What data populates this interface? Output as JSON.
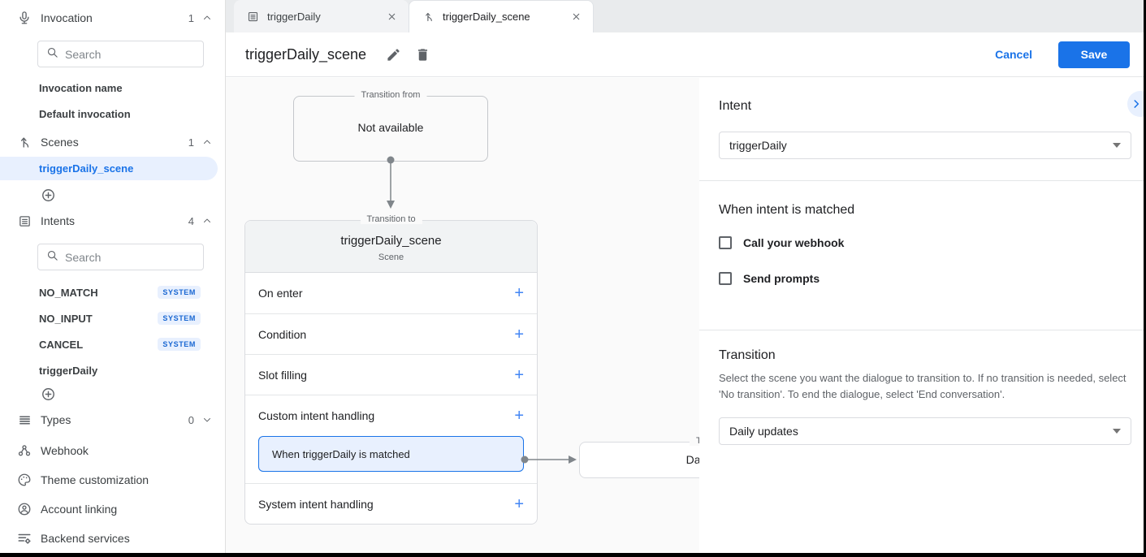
{
  "colors": {
    "accent": "#1a73e8",
    "accent_bg": "#e8f0fe",
    "badge_text": "#1967d2"
  },
  "sidebar": {
    "invocation": {
      "label": "Invocation",
      "count": "1",
      "search_placeholder": "Search",
      "items": [
        {
          "label": "Invocation name"
        },
        {
          "label": "Default invocation"
        }
      ]
    },
    "scenes": {
      "label": "Scenes",
      "count": "1",
      "items": [
        {
          "label": "triggerDaily_scene",
          "selected": true
        }
      ]
    },
    "intents": {
      "label": "Intents",
      "count": "4",
      "search_placeholder": "Search",
      "items": [
        {
          "label": "NO_MATCH",
          "badge": "SYSTEM"
        },
        {
          "label": "NO_INPUT",
          "badge": "SYSTEM"
        },
        {
          "label": "CANCEL",
          "badge": "SYSTEM"
        },
        {
          "label": "triggerDaily",
          "badge": ""
        }
      ]
    },
    "types": {
      "label": "Types",
      "count": "0"
    },
    "links": [
      {
        "label": "Webhook",
        "icon": "webhook-icon"
      },
      {
        "label": "Theme customization",
        "icon": "palette-icon"
      },
      {
        "label": "Account linking",
        "icon": "account-icon"
      },
      {
        "label": "Backend services",
        "icon": "backend-services-icon"
      }
    ]
  },
  "tabs": [
    {
      "label": "triggerDaily",
      "icon": "intent-icon",
      "active": false
    },
    {
      "label": "triggerDaily_scene",
      "icon": "scene-icon",
      "active": true
    }
  ],
  "header": {
    "title": "triggerDaily_scene",
    "cancel_label": "Cancel",
    "save_label": "Save"
  },
  "canvas": {
    "transition_from": {
      "legend": "Transition from",
      "text": "Not available"
    },
    "scene_card": {
      "legend": "Transition to",
      "title": "triggerDaily_scene",
      "subtitle": "Scene",
      "rows": [
        {
          "label": "On enter"
        },
        {
          "label": "Condition"
        },
        {
          "label": "Slot filling"
        },
        {
          "label": "Custom intent handling",
          "child": "When triggerDaily is matched"
        },
        {
          "label": "System intent handling"
        }
      ]
    },
    "target_card": {
      "legend": "Transition to",
      "text": "Daily updates"
    }
  },
  "panel": {
    "intent": {
      "heading": "Intent",
      "value": "triggerDaily"
    },
    "matched": {
      "heading": "When intent is matched",
      "checkboxes": [
        {
          "label": "Call your webhook",
          "checked": false
        },
        {
          "label": "Send prompts",
          "checked": false
        }
      ]
    },
    "transition": {
      "heading": "Transition",
      "description": "Select the scene you want the dialogue to transition to. If no transition is needed, select 'No transition'. To end the dialogue, select 'End conversation'.",
      "value": "Daily updates"
    }
  }
}
